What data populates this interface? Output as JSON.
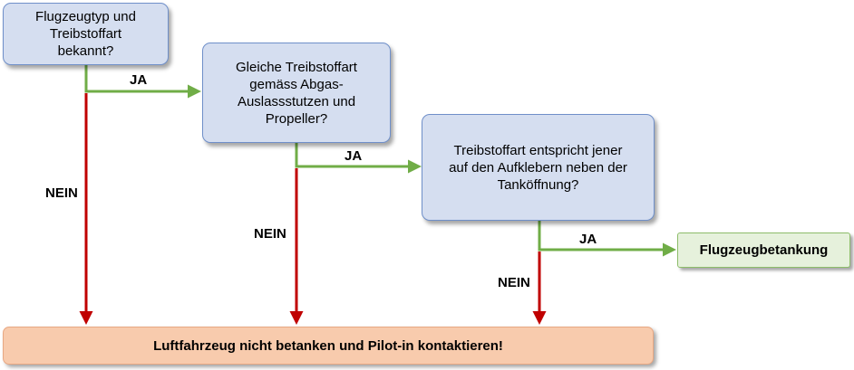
{
  "nodes": {
    "q1": "Flugzeugtyp  und\nTreibstoffart\nbekannt?",
    "q2": "Gleiche Treibstoffart\ngemäss Abgas-\nAuslassstutzen und\nPropeller?",
    "q3": "Treibstoffart entspricht jener\nauf den Aufklebern  neben der\nTanköffnung?",
    "refuel": "Flugzeugbetankung",
    "stop": "Luftfahrzeug nicht betanken und Pilot-in  kontaktieren!"
  },
  "labels": {
    "ja1": "JA",
    "ja2": "JA",
    "ja3": "JA",
    "nein1": "NEIN",
    "nein2": "NEIN",
    "nein3": "NEIN"
  },
  "colors": {
    "yes_arrow": "#70ad47",
    "no_arrow": "#c00000"
  }
}
